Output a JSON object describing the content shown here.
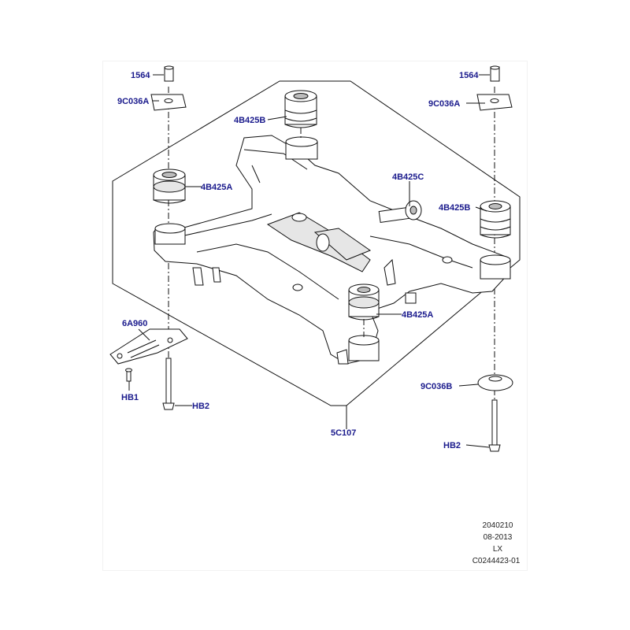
{
  "callouts": {
    "left_pin": "1564",
    "left_plate": "9C036A",
    "left_top_bush": "4B425B",
    "left_mid_bush": "4B425A",
    "center_bush": "4B425C",
    "right_pin": "1564",
    "right_plate": "9C036A",
    "right_bush": "4B425B",
    "front_bush": "4B425A",
    "bracket": "6A960",
    "bracket_bolt": "HB1",
    "left_bolt": "HB2",
    "subframe": "5C107",
    "right_washer": "9C036B",
    "right_bolt": "HB2"
  },
  "info": {
    "line1": "2040210",
    "line2": "08-2013",
    "line3": "LX",
    "line4": "C0244423-01"
  },
  "colors": {
    "callout_text": "#1a1a8c",
    "frame": "#f2f2f2",
    "line": "#111111"
  }
}
